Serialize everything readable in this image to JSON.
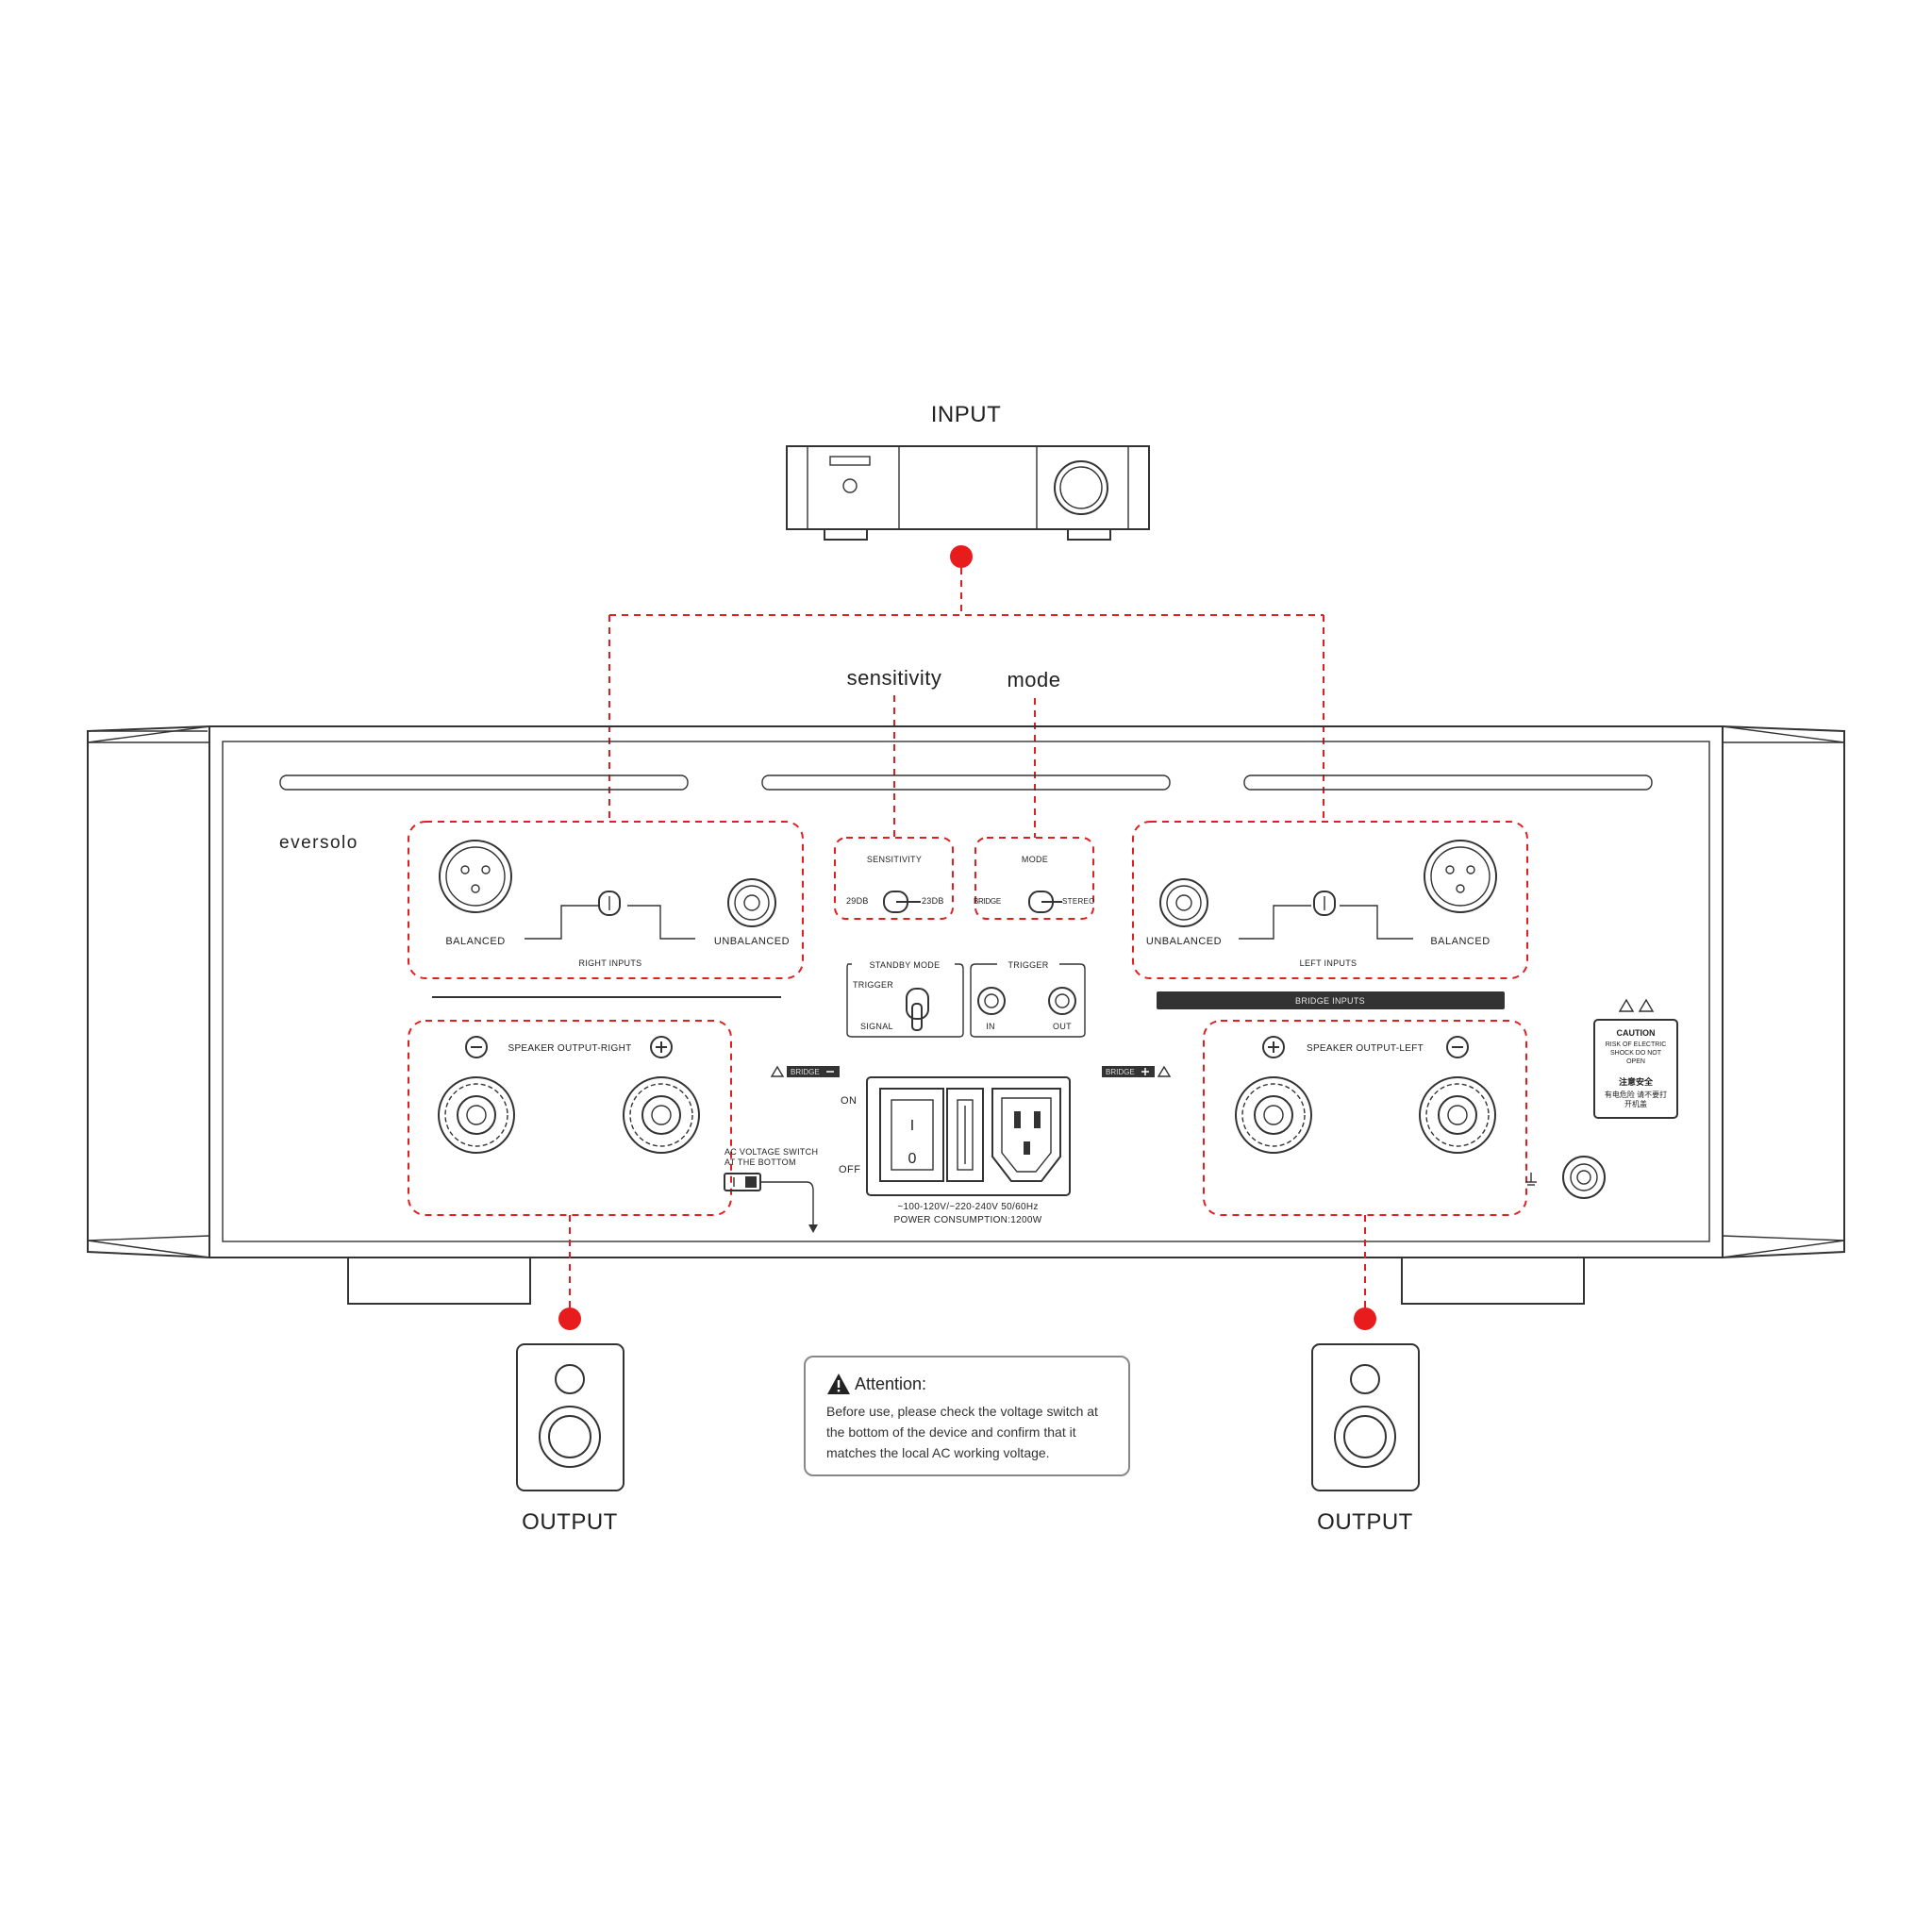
{
  "labels": {
    "input": "INPUT",
    "output_left": "OUTPUT",
    "output_right": "OUTPUT",
    "sensitivity_callout": "sensitivity",
    "mode_callout": "mode"
  },
  "panel": {
    "brand": "eversolo",
    "right_inputs": {
      "balanced": "BALANCED",
      "unbalanced": "UNBALANCED",
      "group": "RIGHT INPUTS"
    },
    "left_inputs": {
      "balanced": "BALANCED",
      "unbalanced": "UNBALANCED",
      "group": "LEFT INPUTS"
    },
    "sensitivity": {
      "title": "SENSITIVITY",
      "opt_a": "29DB",
      "opt_b": "23DB"
    },
    "mode": {
      "title": "MODE",
      "opt_a": "BRIDGE",
      "opt_b": "STEREO"
    },
    "standby": {
      "title": "STANDBY MODE",
      "opt_a": "TRIGGER",
      "opt_b": "SIGNAL"
    },
    "trigger": {
      "title": "TRIGGER",
      "in": "IN",
      "out": "OUT"
    },
    "bridge_inputs": "BRIDGE INPUTS",
    "bridge_minus": "BRIDGE",
    "bridge_plus": "BRIDGE",
    "speaker_right": "SPEAKER OUTPUT-RIGHT",
    "speaker_left": "SPEAKER OUTPUT-LEFT",
    "power_on": "ON",
    "power_off": "OFF",
    "switch_one": "I",
    "switch_zero": "0",
    "ac_switch_line1": "AC VOLTAGE SWITCH",
    "ac_switch_line2": "AT THE BOTTOM",
    "voltage": "~100-120V/~220-240V  50/60Hz",
    "power_consumption": "POWER CONSUMPTION:1200W",
    "caution": {
      "title": "CAUTION",
      "line1": "RISK OF ELECTRIC",
      "line2": "SHOCK DO NOT",
      "line3": "OPEN",
      "cn_title": "注意安全",
      "cn_line1": "有电危险 请不要打",
      "cn_line2": "开机盖"
    }
  },
  "attention": {
    "title": "Attention:",
    "body": "Before use, please check the voltage switch at the bottom of the device and confirm that it matches the local AC working voltage."
  }
}
